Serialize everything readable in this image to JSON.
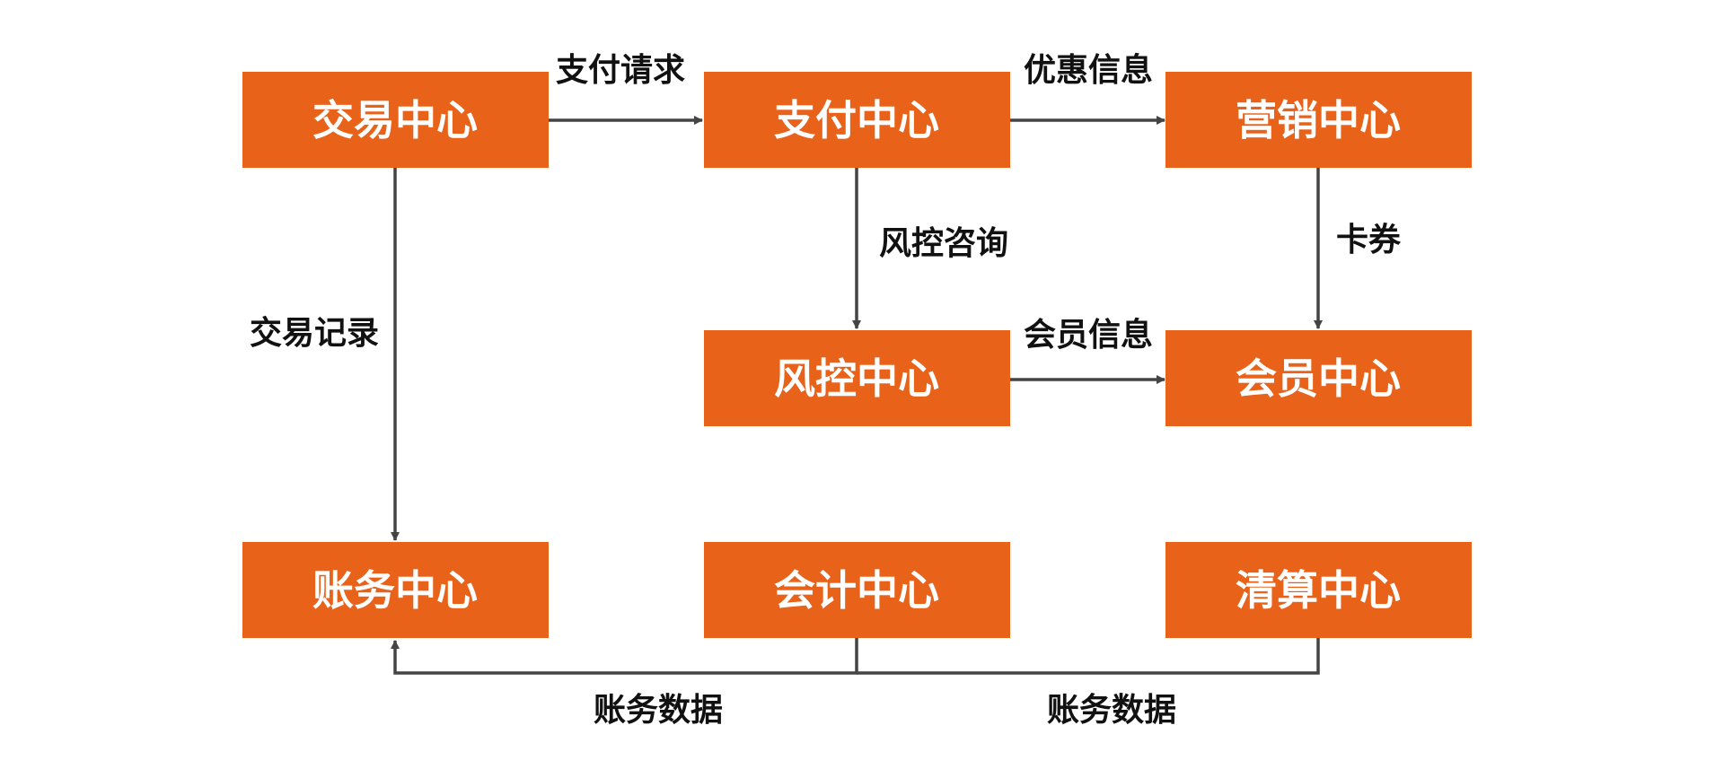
{
  "nodes": {
    "trade": "交易中心",
    "payment": "支付中心",
    "marketing": "营销中心",
    "risk": "风控中心",
    "member": "会员中心",
    "account": "账务中心",
    "accounting": "会计中心",
    "clearing": "清算中心"
  },
  "edges": {
    "trade_to_payment": "支付请求",
    "payment_to_marketing": "优惠信息",
    "payment_to_risk": "风控咨询",
    "marketing_to_member": "卡券",
    "risk_to_member": "会员信息",
    "trade_to_account": "交易记录",
    "accounting_to_account": "账务数据",
    "clearing_to_account": "账务数据"
  },
  "colors": {
    "node_fill": "#e8621a",
    "node_text": "#ffffff",
    "edge": "#444444",
    "label": "#111111"
  }
}
